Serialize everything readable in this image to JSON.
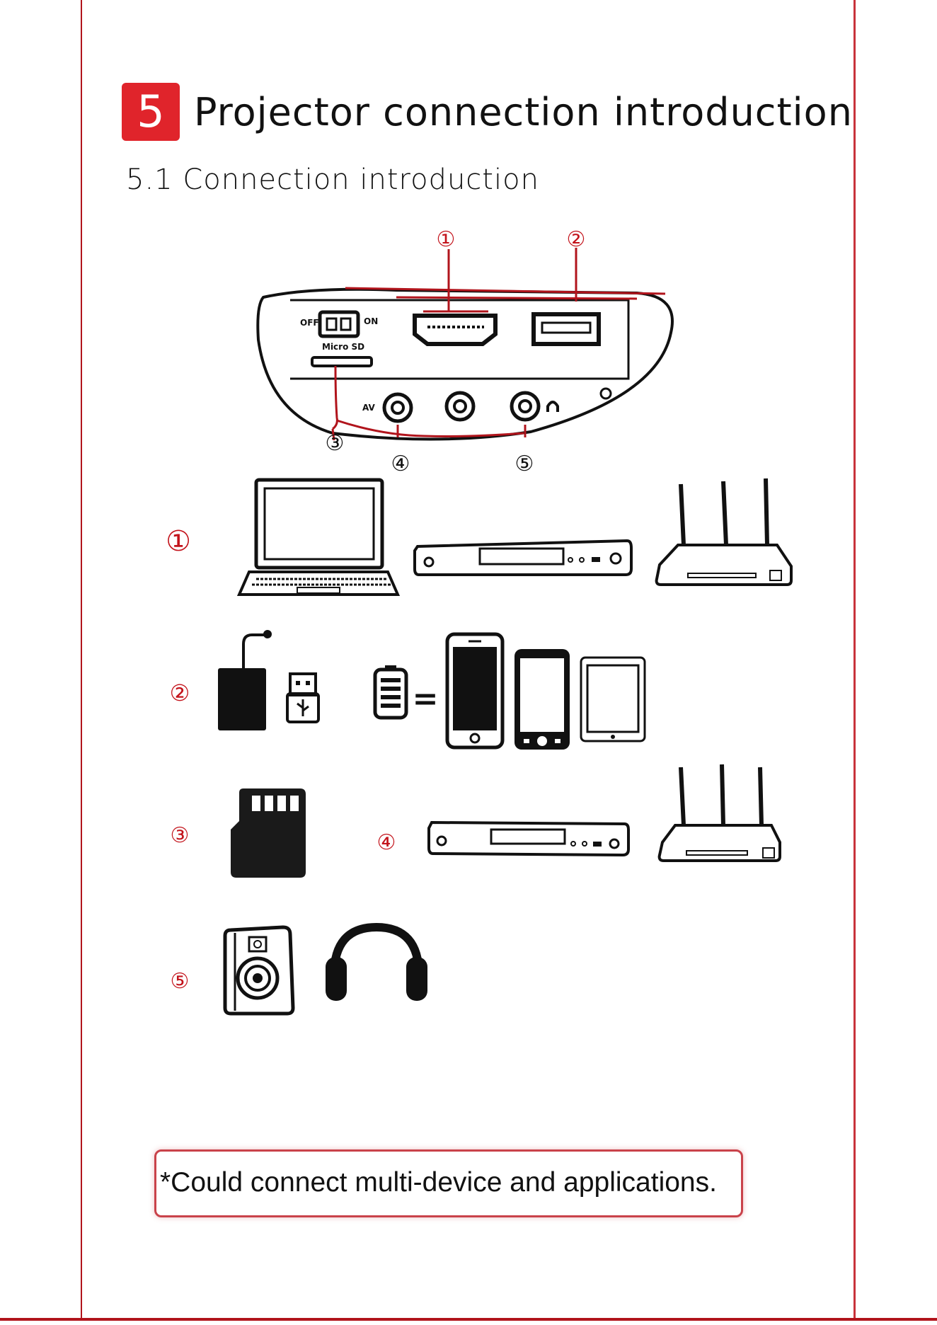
{
  "section": {
    "number": "5",
    "title": "Projector connection introduction"
  },
  "subsection": {
    "title": "5.1 Connection introduction"
  },
  "panel": {
    "switch_off": "OFF",
    "switch_on": "ON",
    "micro_sd": "Micro SD",
    "av": "AV"
  },
  "markers": {
    "m1": "①",
    "m2": "②",
    "m3": "③",
    "m4": "④",
    "m5": "⑤"
  },
  "rows": [
    {
      "marker": "①",
      "devices": [
        "laptop-icon",
        "dvd-player-icon",
        "wifi-router-icon"
      ]
    },
    {
      "marker": "②",
      "devices": [
        "external-hard-drive-icon",
        "usb-stick-icon",
        "battery-icon",
        "smartphone-icon",
        "phone-icon",
        "tablet-icon"
      ]
    },
    {
      "marker": "③",
      "devices": [
        "micro-sd-card-icon"
      ]
    },
    {
      "marker": "④",
      "devices": [
        "dvd-player-icon",
        "wifi-router-icon"
      ]
    },
    {
      "marker": "⑤",
      "devices": [
        "speaker-icon",
        "headphones-icon"
      ]
    }
  ],
  "equals_sign": "=",
  "note": "*Could connect multi-device and applications."
}
